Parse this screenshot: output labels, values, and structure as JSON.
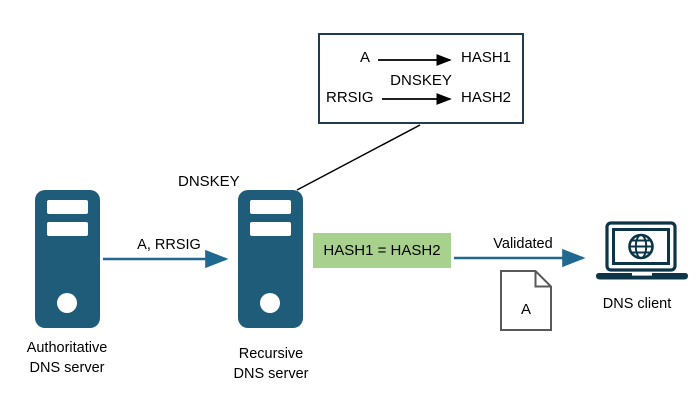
{
  "colors": {
    "server_teal": "#1f5c7a",
    "arrow_teal": "#20688f",
    "laptop_navy": "#0c3548",
    "highlight_green": "#a9d18e",
    "box_border": "#223a52",
    "document_gray": "#595959",
    "text_black": "#000000"
  },
  "hash_box": {
    "record_a": "A",
    "hash1": "HASH1",
    "dnskey": "DNSKEY",
    "rrsig": "RRSIG",
    "hash2": "HASH2"
  },
  "labels": {
    "dnskey": "DNSKEY",
    "a_rrsig": "A, RRSIG",
    "hash_equality": "HASH1 = HASH2",
    "validated": "Validated",
    "document_record": "A",
    "authoritative_line1": "Authoritative",
    "authoritative_line2": "DNS server",
    "recursive_line1": "Recursive",
    "recursive_line2": "DNS server",
    "dns_client": "DNS client"
  }
}
